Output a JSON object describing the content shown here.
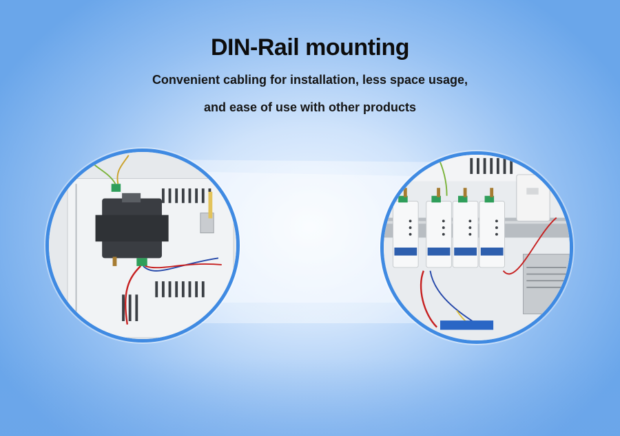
{
  "heading": {
    "title": "DIN-Rail mounting",
    "line1": "Convenient cabling for installation, less space usage,",
    "line2": "and ease of use with other products"
  },
  "colors": {
    "circle_border": "#3f8ae2",
    "background_center": "#f2f8ff",
    "background_edge": "#6aa6ea",
    "device_dark": "#3a3d42",
    "module_label_blue": "#2e5fae",
    "terminal_green": "#2f9e5a"
  },
  "photos": {
    "left": "photo-single-gateway-on-panel",
    "right": "photo-four-modules-on-din-rail"
  }
}
